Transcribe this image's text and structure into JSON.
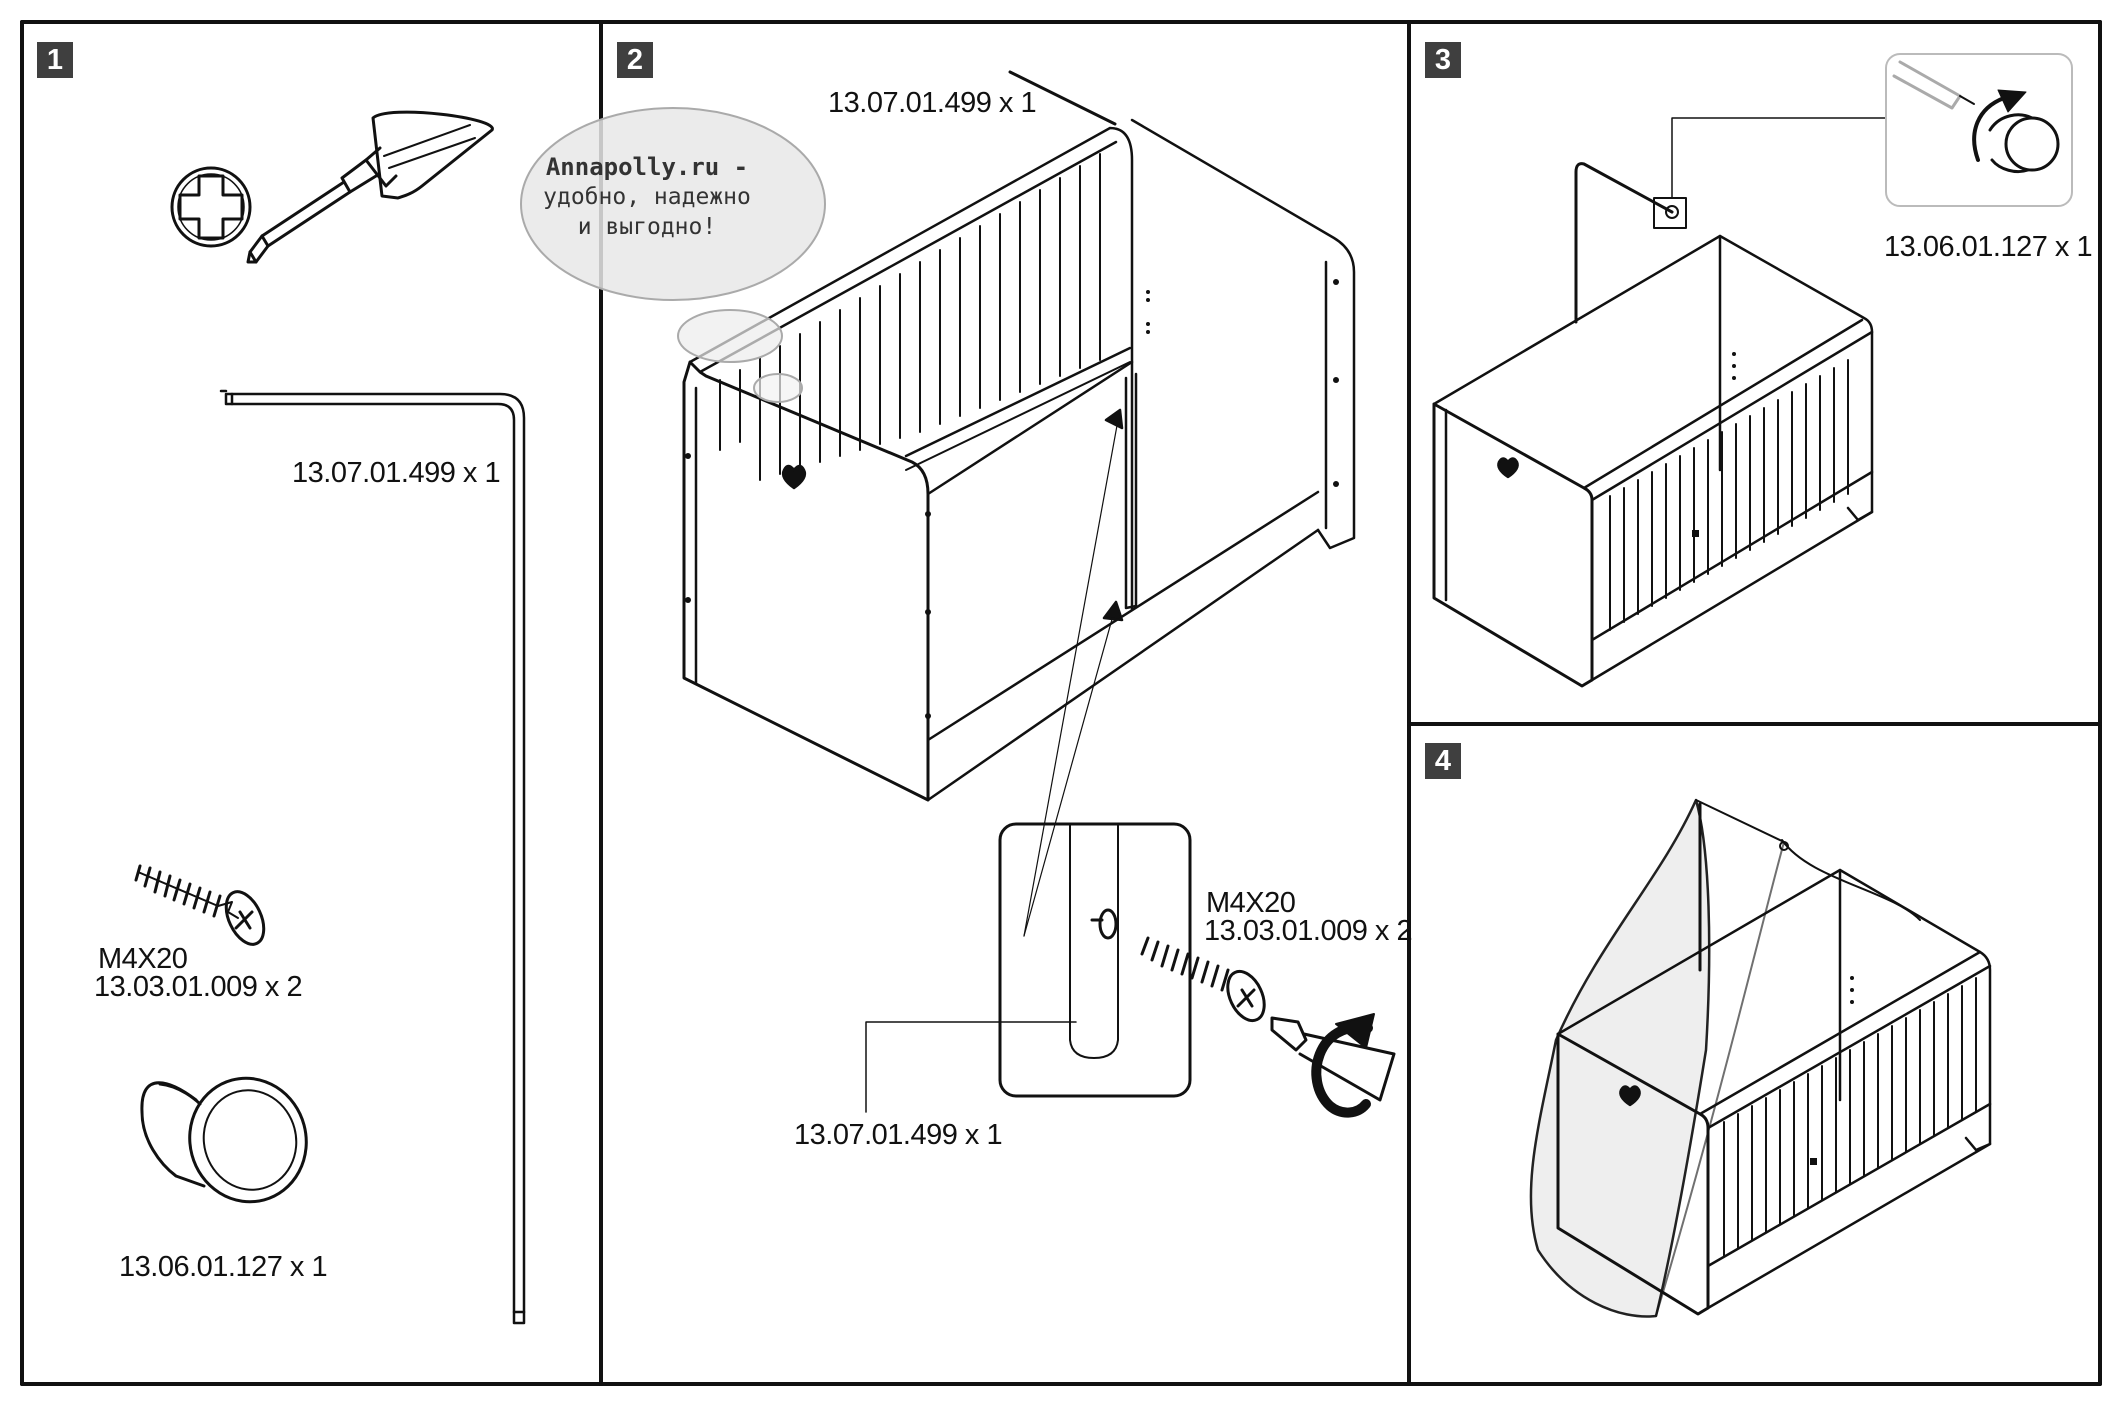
{
  "steps": [
    "1",
    "2",
    "3",
    "4"
  ],
  "watermark": {
    "title": "Annapolly.ru -",
    "line2": "удобно, надежно",
    "line3": "и выгодно!"
  },
  "panel1": {
    "rod_label": "13.07.01.499 x 1",
    "screw_size": "M4X20",
    "screw_label": "13.03.01.009 x 2",
    "knob_label": "13.06.01.127 x 1"
  },
  "panel2": {
    "rod_label_top": "13.07.01.499 x 1",
    "screw_size": "M4X20",
    "screw_label": "13.03.01.009 x 2",
    "rod_label_bottom": "13.07.01.499 x 1"
  },
  "panel3": {
    "knob_label": "13.06.01.127 x 1"
  },
  "icons": [
    "phillips-head-icon",
    "screwdriver-icon",
    "rotate-arrow-icon",
    "heart-logo-icon"
  ]
}
